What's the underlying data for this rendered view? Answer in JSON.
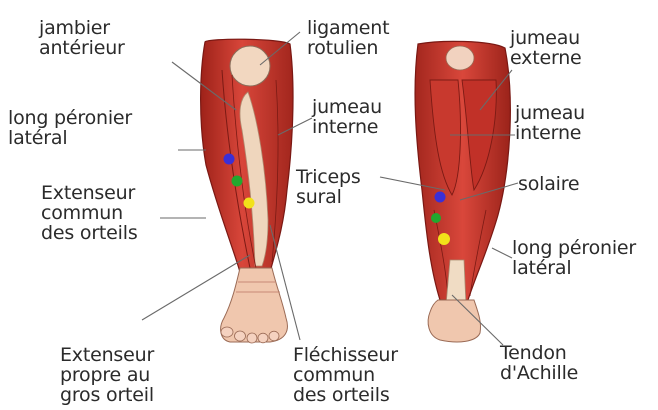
{
  "labels": {
    "jambier_anterieur": "jambier\nantérieur",
    "ligament_rotulien": "ligament\nrotulien",
    "jumeau_externe": "jumeau\nexterne",
    "long_peronier_left": "long péronier\nlatéral",
    "jumeau_interne_left": "jumeau\ninterne",
    "jumeau_interne_right": "jumeau\ninterne",
    "triceps_sural": "Triceps\nsural",
    "solaire": "solaire",
    "extenseur_commun": "Extenseur\ncommun\ndes orteils",
    "long_peronier_right": "long péronier\nlatéral",
    "extenseur_propre": "Extenseur\npropre au\ngros orteil",
    "flechisseur_commun": "Fléchisseur\ncommun\ndes orteils",
    "tendon_achille": "Tendon\nd'Achille"
  },
  "markers": {
    "blue": "#3b2fd6",
    "green": "#22a82e",
    "yellow": "#f2e21a"
  },
  "colors": {
    "muscle": "#c8352b",
    "muscle_dark": "#8f1f1a",
    "tendon": "#f1dcc4",
    "skin": "#f3c9b3",
    "leader": "#6a6a6a"
  }
}
